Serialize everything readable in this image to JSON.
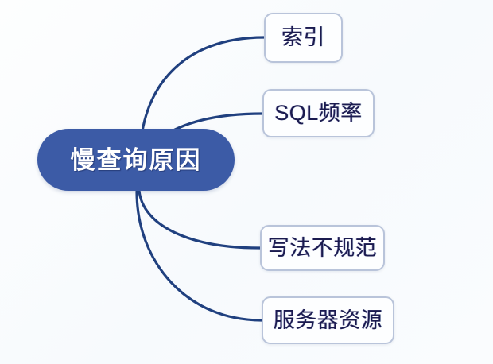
{
  "diagram": {
    "type": "mind-map",
    "title": "慢查询原因",
    "background_color": "#fbfdfe",
    "central_node": {
      "label": "慢查询原因",
      "fill_color": "#3c5ba6",
      "text_color": "#ffffff"
    },
    "branch_style": {
      "fill_color": "#fdfeff",
      "border_color": "#b9c4da",
      "text_color": "#1b1b4f",
      "connector_color": "#20407f"
    },
    "branches": [
      {
        "label": "索引"
      },
      {
        "label": "SQL频率"
      },
      {
        "label": "写法不规范"
      },
      {
        "label": "服务器资源"
      }
    ]
  }
}
